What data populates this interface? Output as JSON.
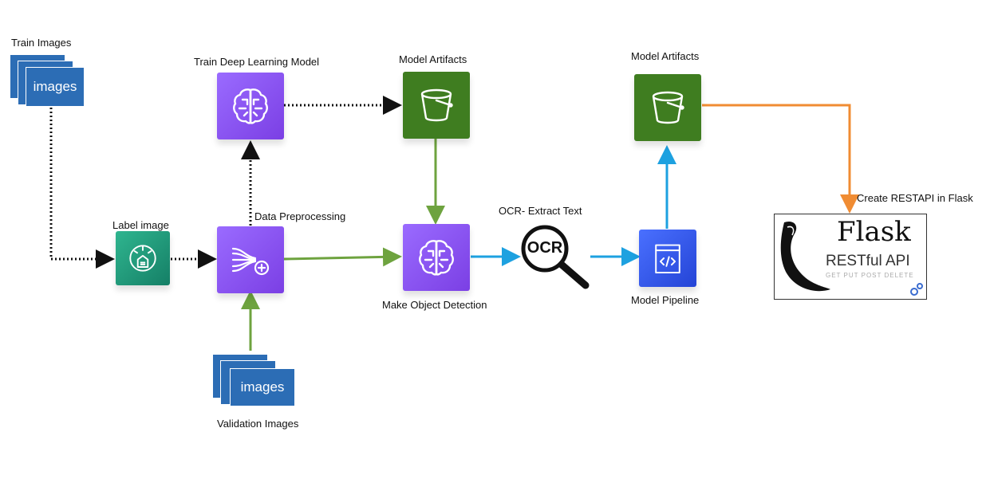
{
  "labels": {
    "train_images": "Train Images",
    "train_model": "Train Deep Learning Model",
    "artifacts_1": "Model Artifacts",
    "artifacts_2": "Model Artifacts",
    "label_image": "Label image",
    "data_preprocessing": "Data Preprocessing",
    "ocr_extract": "OCR- Extract Text",
    "object_detection": "Make Object Detection",
    "model_pipeline": "Model Pipeline",
    "create_restapi": "Create RESTAPI in Flask",
    "validation_images": "Validation Images"
  },
  "stacks": {
    "train_text": "images",
    "validation_text": "images"
  },
  "ocr_text": "OCR",
  "flask": {
    "title": "Flask",
    "subtitle": "RESTful API",
    "methods": "GET  PUT  POST  DELETE"
  },
  "colors": {
    "ml_purple": "#8c55f5",
    "storage_green": "#3f7d20",
    "label_teal": "#1f9c7a",
    "pipeline_blue": "#3156ee",
    "images_blue": "#2c6db5",
    "arrow_green": "#6ea33f",
    "arrow_blue": "#1da1e0",
    "arrow_orange": "#f08c33"
  },
  "icons": [
    "brain-icon",
    "bucket-icon",
    "label-icon",
    "preprocessing-icon",
    "magnifier-icon",
    "code-icon",
    "flask-horn-icon"
  ]
}
